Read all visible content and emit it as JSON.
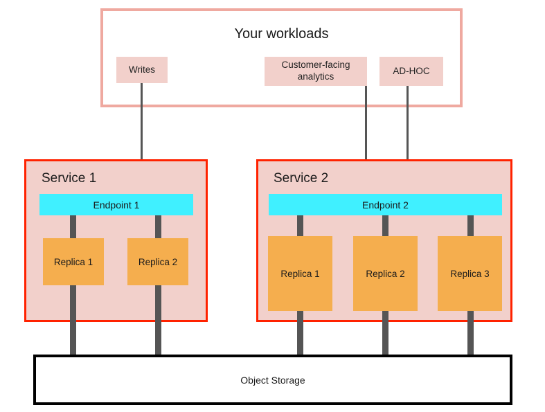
{
  "workloads": {
    "title": "Your workloads",
    "boxes": [
      {
        "label": "Writes"
      },
      {
        "label": "Customer-facing analytics"
      },
      {
        "label": "AD-HOC"
      }
    ]
  },
  "services": [
    {
      "label": "Service 1",
      "endpoint": "Endpoint 1",
      "replicas": [
        {
          "label": "Replica 1"
        },
        {
          "label": "Replica 2"
        }
      ]
    },
    {
      "label": "Service 2",
      "endpoint": "Endpoint 2",
      "replicas": [
        {
          "label": "Replica 1"
        },
        {
          "label": "Replica 2"
        },
        {
          "label": "Replica 3"
        }
      ]
    }
  ],
  "storage": {
    "label": "Object Storage"
  },
  "colors": {
    "workload_panel_border": "#efa9a0",
    "workload_box_fill": "#f2d0cb",
    "service_border": "#ff2200",
    "service_fill": "#f2d0cb",
    "endpoint_fill": "#40f0ff",
    "replica_fill": "#f5ae4e",
    "connector": "#555555",
    "storage_border": "#000000",
    "background": "#ffffff"
  }
}
